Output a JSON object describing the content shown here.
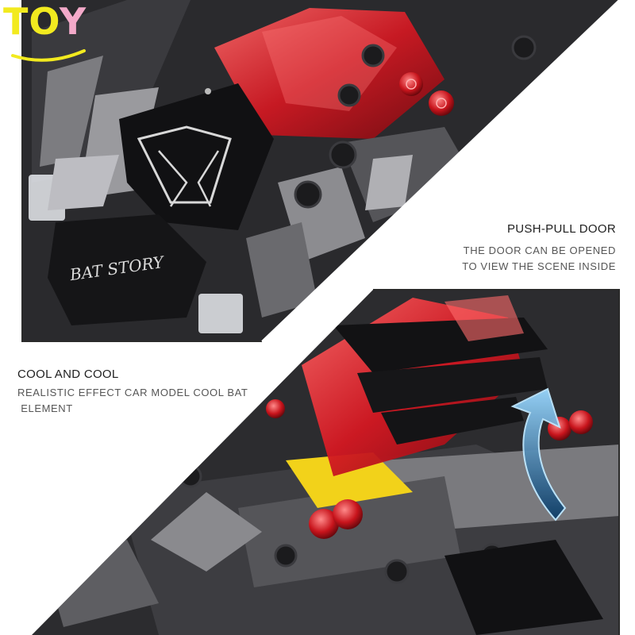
{
  "brand": {
    "logo_text": "TOY"
  },
  "top_photo": {
    "model_print_text": "BAT STORY"
  },
  "captions": {
    "door": {
      "title": "PUSH-PULL DOOR",
      "lines": [
        "THE DOOR CAN BE OPENED",
        "TO VIEW THE SCENE INSIDE"
      ]
    },
    "cool": {
      "title": "COOL AND COOL",
      "lines": [
        "REALISTIC EFFECT CAR MODEL COOL BAT",
        " ELEMENT"
      ]
    }
  },
  "colors": {
    "brick_black": "#1c1c1e",
    "brick_dark_gray": "#4a4a4e",
    "brick_light_gray": "#9a9a9e",
    "canopy_red": "#d41822",
    "stud_red": "#c8141c",
    "accent_yellow": "#f2d21a",
    "arrow_blue": "#3aa4e4",
    "logo_yellow": "#f2ea1f",
    "logo_pink": "#f3a9c9",
    "caption_text": "#555555"
  },
  "icons": {
    "open_direction": "curved-up-arrow-icon"
  }
}
